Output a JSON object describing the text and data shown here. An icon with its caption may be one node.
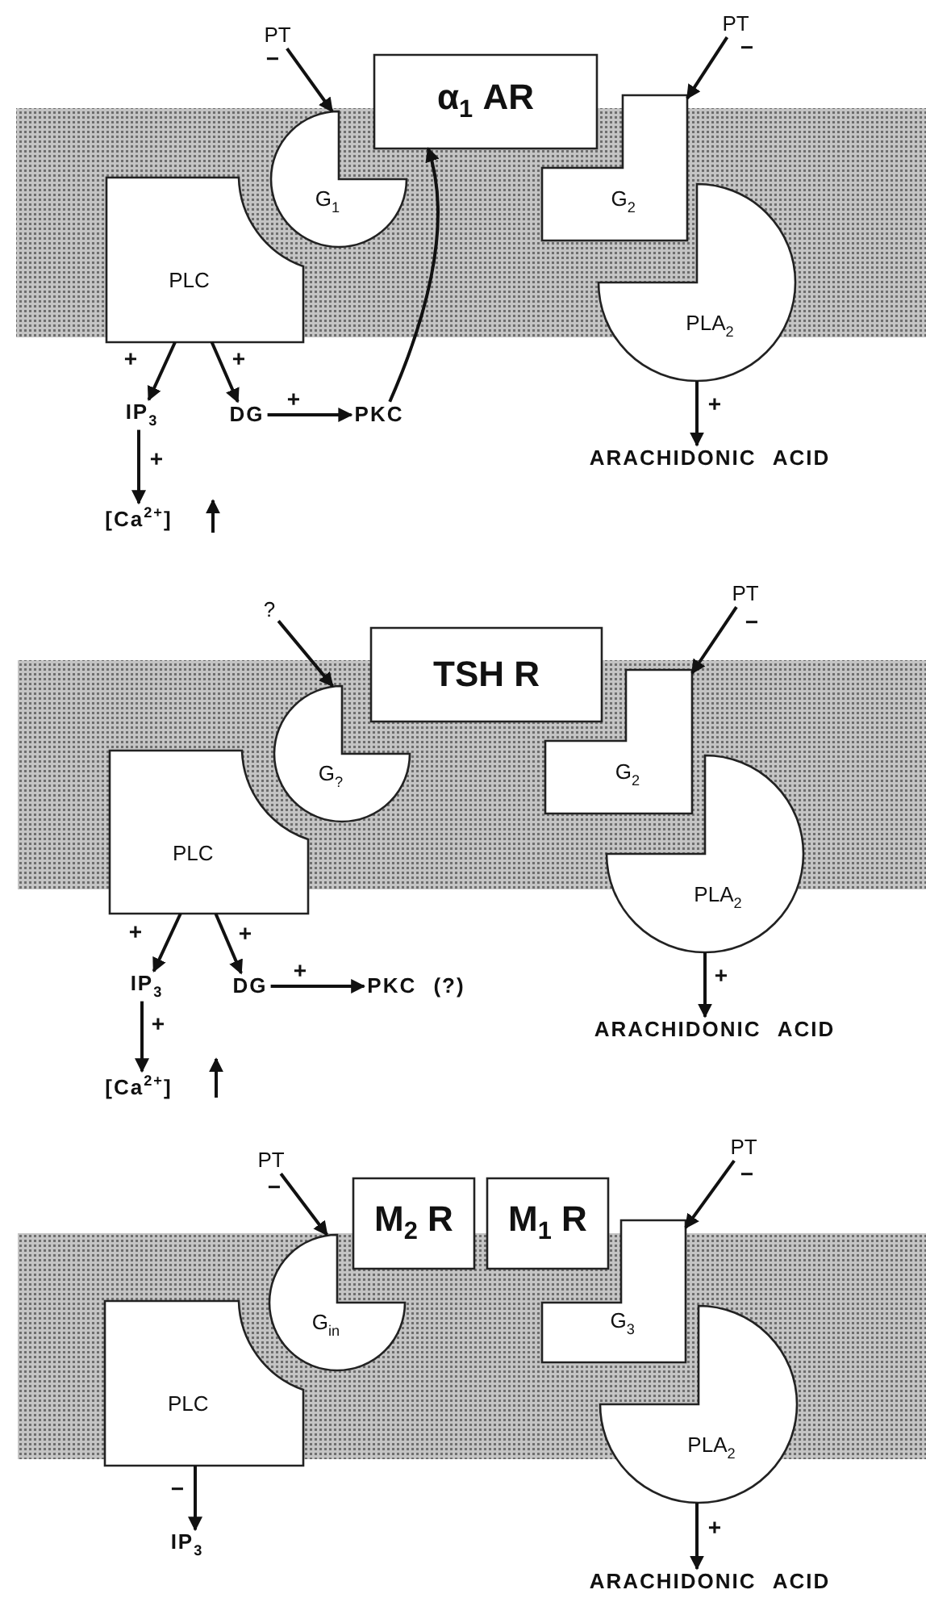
{
  "diagram": {
    "nodes": [
      {
        "text": [
          "PT"
        ]
      },
      {
        "text": [
          "α$_{1}$ AR"
        ]
      },
      {
        "text": [
          "PT"
        ]
      },
      {
        "text": [
          "G$_{1}$"
        ]
      },
      {
        "text": [
          "PLC"
        ]
      },
      {
        "text": [
          "G$_{2}$"
        ]
      },
      {
        "text": [
          "PLA$_{2}$"
        ]
      },
      {
        "text": [
          "IP$_{3}$"
        ]
      },
      {
        "text": [
          "DG"
        ]
      },
      {
        "text": [
          "PKC"
        ]
      },
      {
        "text": [
          "[Ca$^{2+}$]"
        ]
      },
      {
        "text": [
          "ARACHIDONIC ACID"
        ]
      },
      {
        "text": [
          "?"
        ]
      },
      {
        "text": [
          "TSH R"
        ]
      },
      {
        "text": [
          "PT"
        ]
      },
      {
        "text": [
          "G$_{?}$"
        ]
      },
      {
        "text": [
          "PLC"
        ]
      },
      {
        "text": [
          "G$_{2}$"
        ]
      },
      {
        "text": [
          "PLA$_{2}$"
        ]
      },
      {
        "text": [
          "IP$_{3}$"
        ]
      },
      {
        "text": [
          "DG"
        ]
      },
      {
        "text": [
          "PKC (?)"
        ]
      },
      {
        "text": [
          "[Ca$^{2+}$]"
        ]
      },
      {
        "text": [
          "ARACHIDONIC ACID"
        ]
      },
      {
        "text": [
          "PT"
        ]
      },
      {
        "text": [
          "M$_{2}$ R"
        ]
      },
      {
        "text": [
          "M$_{1}$ R"
        ]
      },
      {
        "text": [
          "PT"
        ]
      },
      {
        "text": [
          "G$_{in}$"
        ]
      },
      {
        "text": [
          "G$_{3}$"
        ]
      },
      {
        "text": [
          "PLC"
        ]
      },
      {
        "text": [
          "PLA$_{2}$"
        ]
      },
      {
        "text": [
          "IP$_{3}$"
        ]
      },
      {
        "text": [
          "ARACHIDONIC ACID"
        ]
      }
    ],
    "edges": [
      {
        "from": 0,
        "to": 3,
        "arrow": "to",
        "label": "−"
      },
      {
        "from": 2,
        "to": 5,
        "arrow": "to",
        "label": "−"
      },
      {
        "from": 4,
        "to": 7,
        "arrow": "to",
        "label": "+"
      },
      {
        "from": 4,
        "to": 8,
        "arrow": "to",
        "label": "+"
      },
      {
        "from": 8,
        "to": 9,
        "arrow": "to",
        "label": "+"
      },
      {
        "from": 9,
        "to": 1,
        "arrow": "to"
      },
      {
        "from": 7,
        "to": 10,
        "arrow": "to",
        "label": "+"
      },
      {
        "from": 6,
        "to": 11,
        "arrow": "to",
        "label": "+"
      },
      {
        "from": 12,
        "to": 15,
        "arrow": "to"
      },
      {
        "from": 14,
        "to": 17,
        "arrow": "to",
        "label": "−"
      },
      {
        "from": 16,
        "to": 19,
        "arrow": "to",
        "label": "+"
      },
      {
        "from": 16,
        "to": 20,
        "arrow": "to",
        "label": "+"
      },
      {
        "from": 20,
        "to": 21,
        "arrow": "to",
        "label": "+"
      },
      {
        "from": 19,
        "to": 22,
        "arrow": "to",
        "label": "+"
      },
      {
        "from": 18,
        "to": 23,
        "arrow": "to",
        "label": "+"
      },
      {
        "from": 24,
        "to": 28,
        "arrow": "to",
        "label": "−"
      },
      {
        "from": 27,
        "to": 29,
        "arrow": "to",
        "label": "−"
      },
      {
        "from": 30,
        "to": 32,
        "arrow": "to",
        "label": "−"
      },
      {
        "from": 31,
        "to": 33,
        "arrow": "to",
        "label": "+"
      }
    ]
  }
}
